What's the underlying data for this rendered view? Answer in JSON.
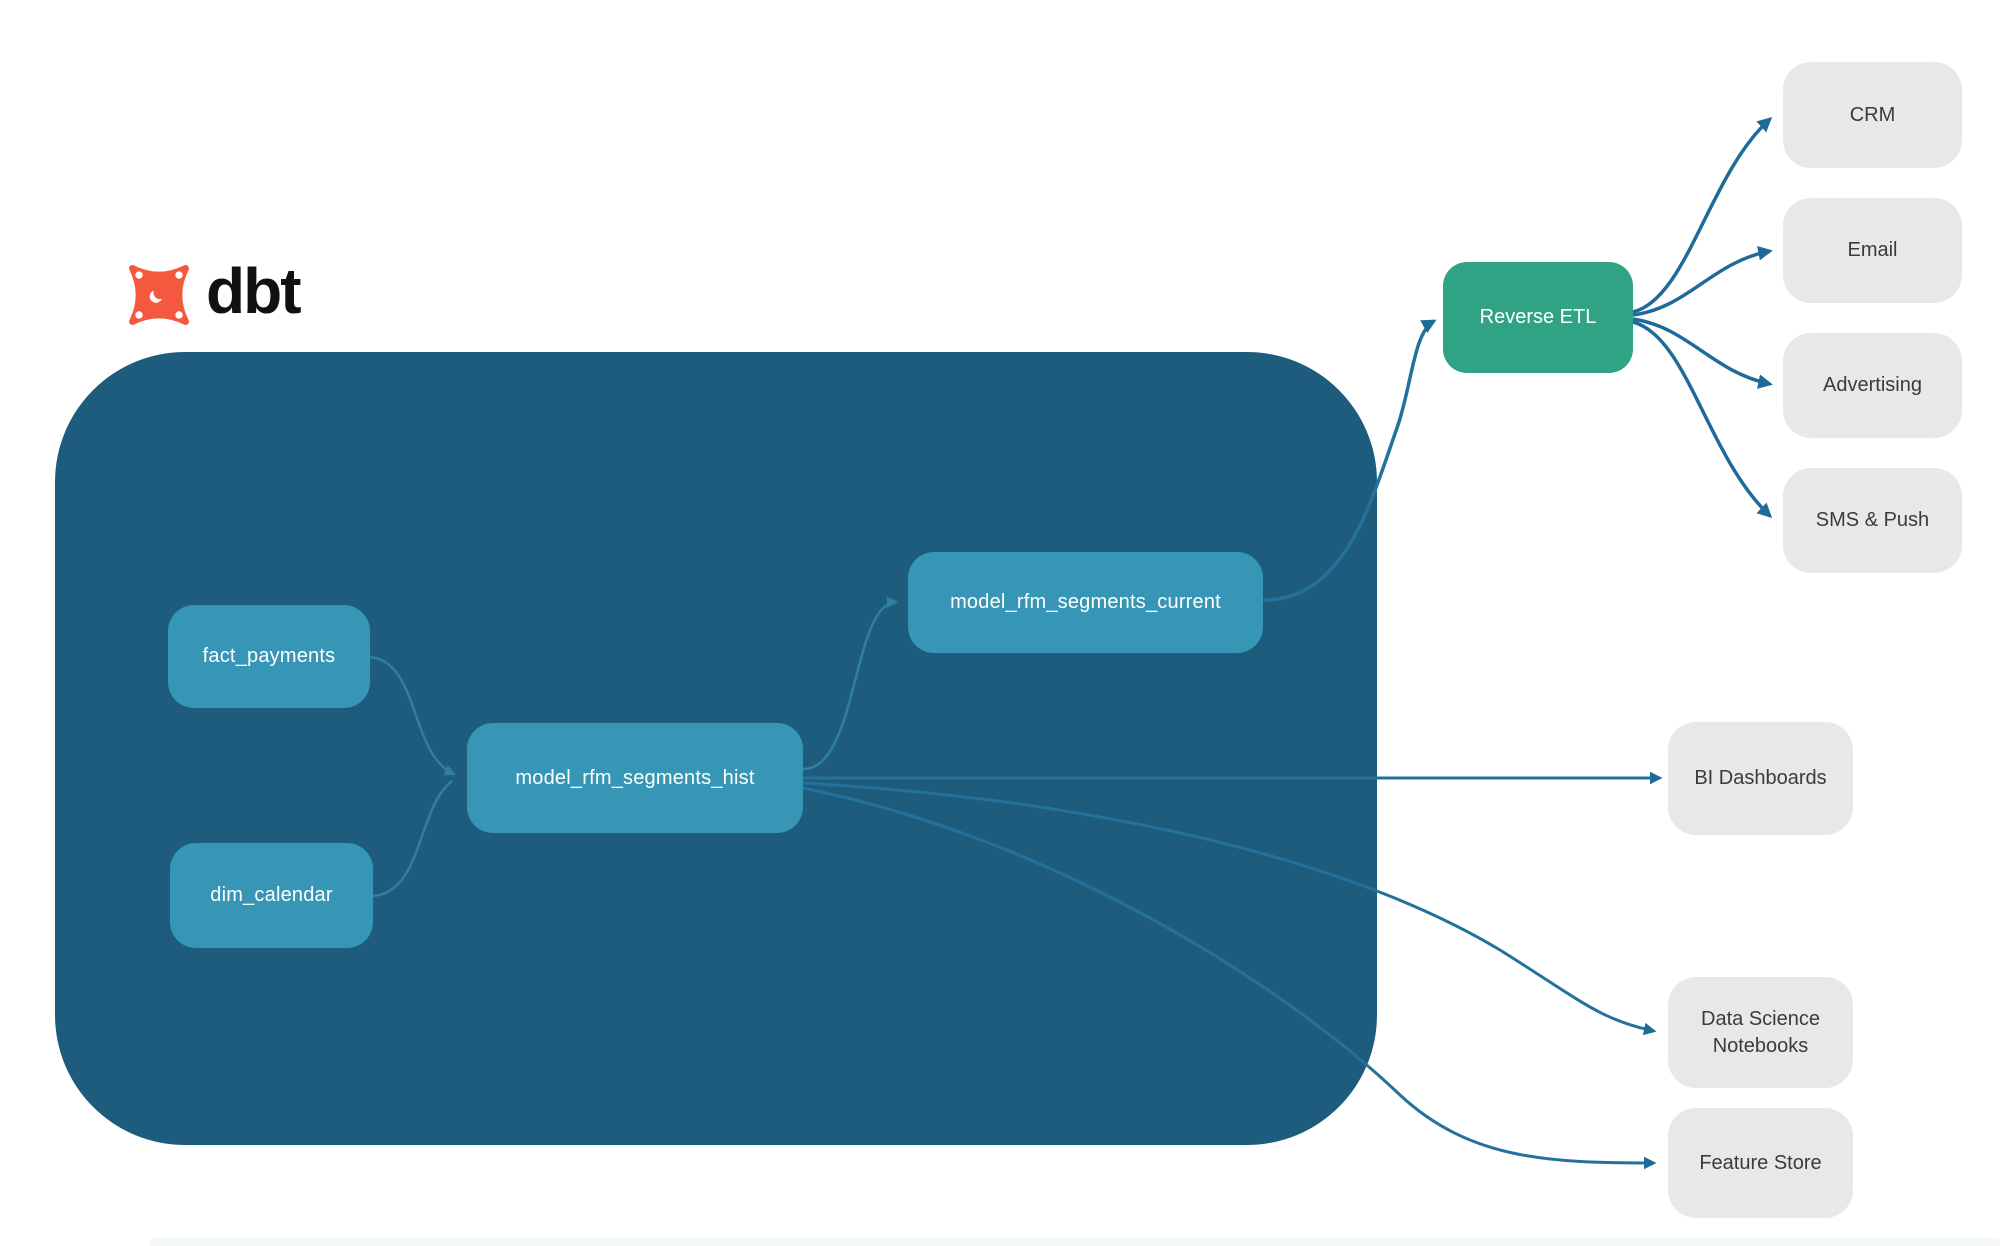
{
  "brand": {
    "wordmark": "dbt",
    "icon": "dbt-star-icon",
    "icon_color": "#f4583e",
    "text_color": "#111111"
  },
  "colors": {
    "warehouse_container": "#1e5c7e",
    "model_node": "#3796b6",
    "model_node_text": "#ffffff",
    "reverse_etl_node": "#30a385",
    "destination_node": "#e8e8e8",
    "destination_text": "#3b3b3b",
    "connector_outer": "#1e6b99",
    "connector_inner": "#2f7f9f"
  },
  "warehouse": {
    "sources": [
      {
        "label": "fact_payments"
      },
      {
        "label": "dim_calendar"
      }
    ],
    "models": [
      {
        "label": "model_rfm_segments_hist"
      },
      {
        "label": "model_rfm_segments_current"
      }
    ]
  },
  "activation": {
    "label": "Reverse ETL",
    "destinations": [
      {
        "label": "CRM"
      },
      {
        "label": "Email"
      },
      {
        "label": "Advertising"
      },
      {
        "label": "SMS & Push"
      }
    ]
  },
  "consumers": [
    {
      "label": "BI Dashboards"
    },
    {
      "label": "Data Science Notebooks"
    },
    {
      "label": "Feature Store"
    }
  ],
  "edges": [
    {
      "from": "fact_payments",
      "to": "model_rfm_segments_hist"
    },
    {
      "from": "dim_calendar",
      "to": "model_rfm_segments_hist"
    },
    {
      "from": "model_rfm_segments_hist",
      "to": "model_rfm_segments_current"
    },
    {
      "from": "model_rfm_segments_current",
      "to": "Reverse ETL"
    },
    {
      "from": "Reverse ETL",
      "to": "CRM"
    },
    {
      "from": "Reverse ETL",
      "to": "Email"
    },
    {
      "from": "Reverse ETL",
      "to": "Advertising"
    },
    {
      "from": "Reverse ETL",
      "to": "SMS & Push"
    },
    {
      "from": "model_rfm_segments_hist",
      "to": "BI Dashboards"
    },
    {
      "from": "model_rfm_segments_hist",
      "to": "Data Science Notebooks"
    },
    {
      "from": "model_rfm_segments_hist",
      "to": "Feature Store"
    }
  ]
}
